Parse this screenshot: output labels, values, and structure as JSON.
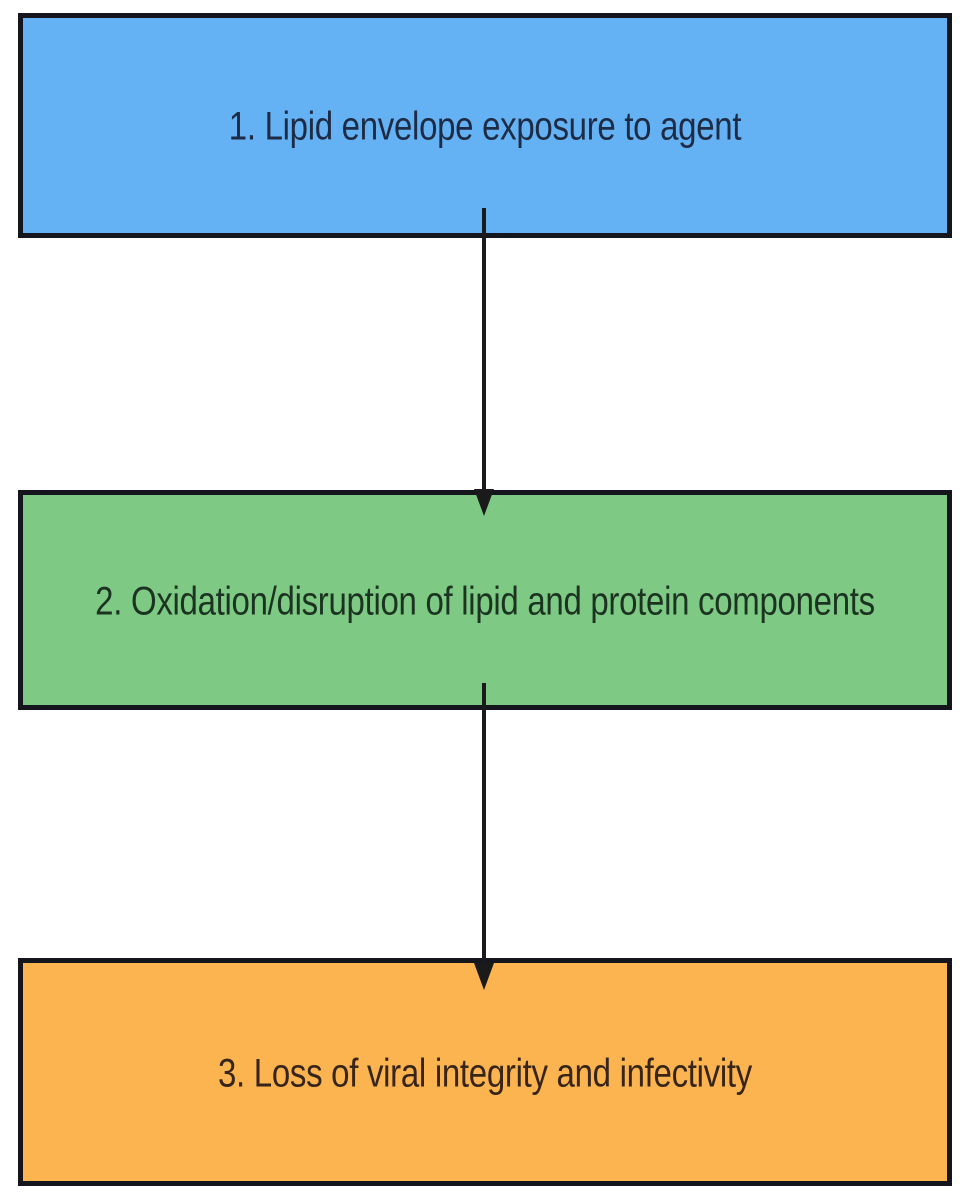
{
  "diagram": {
    "type": "flowchart",
    "background": "#ffffff",
    "border_color": "#15151d",
    "arrow_color": "#1a1a1a",
    "nodes": [
      {
        "id": "step-1",
        "label": "1. Lipid envelope exposure to agent",
        "fill": "#64b2f4",
        "text_color": "#1e2b45"
      },
      {
        "id": "step-2",
        "label": "2. Oxidation/disruption of lipid and protein components",
        "fill": "#7ec983",
        "text_color": "#1c3322"
      },
      {
        "id": "step-3",
        "label": "3. Loss of viral integrity and infectivity",
        "fill": "#fcb450",
        "text_color": "#38251a"
      }
    ],
    "edges": [
      {
        "from": "step-1",
        "to": "step-2"
      },
      {
        "from": "step-2",
        "to": "step-3"
      }
    ]
  }
}
